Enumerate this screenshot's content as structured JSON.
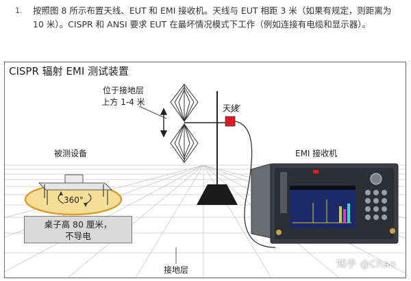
{
  "step": {
    "number": "1.",
    "text": "按照图 8 所示布置天线、EUT 和 EMI 接收机。天线与 EUT 相距 3 米（如果有规定，则距离为 10 米）。CISPR 和 ANSI 要求 EUT 在最坏情况模式下工作（例如连接有电缆和显示器）。"
  },
  "figure": {
    "title": "CISPR 辐射 EMI 测试装置",
    "antenna_height_label_1": "位于接地层",
    "antenna_height_label_2": "上方 1-4 米",
    "antenna_label": "天线",
    "eut_label": "被测设备",
    "receiver_label": "EMI 接收机",
    "turntable_label": "360°",
    "table_note_1": "桌子高 80 厘米，",
    "table_note_2": "不导电",
    "ground_plane_label": "接地层",
    "watermark": "知乎 @Chan"
  },
  "colors": {
    "antenna_feed": "#e11b22",
    "turntable_fill": "#f5df96",
    "turntable_stroke": "#e09a2a",
    "antenna_base": "#1a1a1a",
    "receiver_body": "#3a3d42",
    "receiver_screen": "#1b2a6a"
  }
}
